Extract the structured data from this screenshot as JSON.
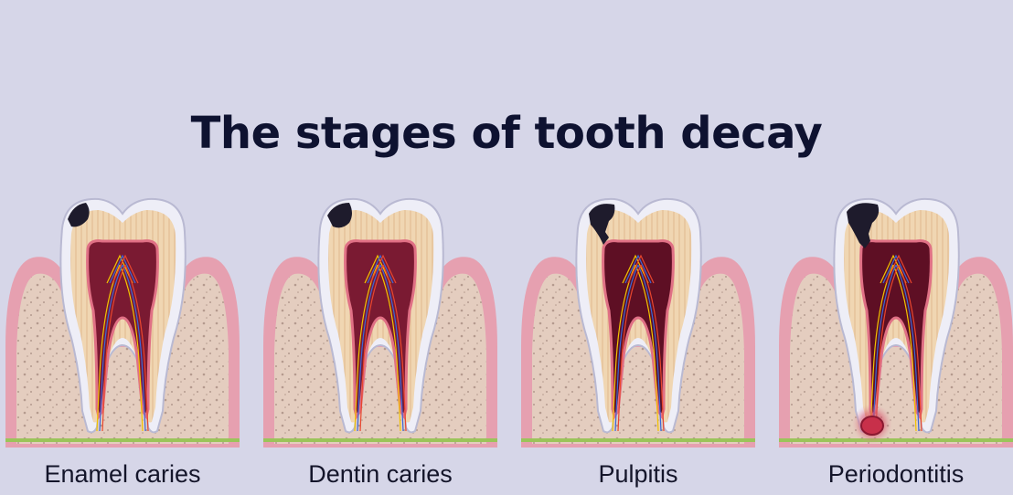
{
  "title": "The stages of tooth decay",
  "stages": [
    {
      "label": "Enamel caries",
      "severity": 1
    },
    {
      "label": "Dentin caries",
      "severity": 2
    },
    {
      "label": "Pulpitis",
      "severity": 3
    },
    {
      "label": "Periodontitis",
      "severity": 4
    }
  ],
  "colors": {
    "background": "#d6d6e8",
    "gum": "#e6a0b0",
    "bone": "#e4cdbf",
    "dentin": "#f0d6b2",
    "pulp": "#7a1a32",
    "decay": "#1e1b2c",
    "abscess": "#c8304a"
  }
}
